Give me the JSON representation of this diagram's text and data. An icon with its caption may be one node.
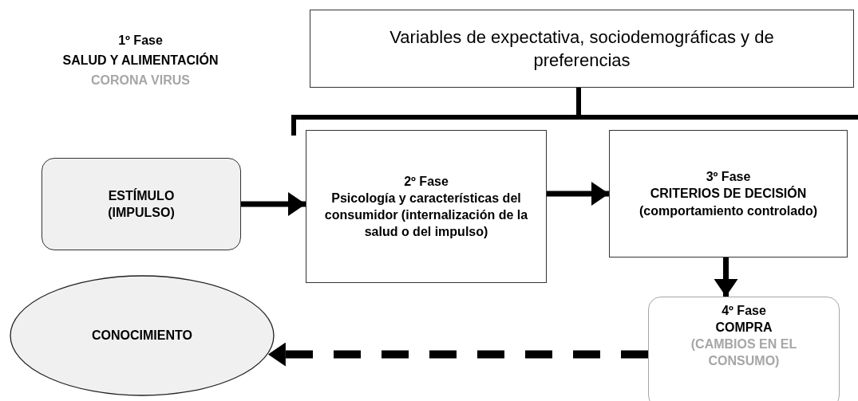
{
  "diagram": {
    "nodes": [
      {
        "text": [
          "Variables de expectativa, sociodemográficas y de preferencias"
        ]
      },
      {
        "text": [
          "ESTÍMULO (IMPULSO)"
        ]
      },
      {
        "text": [
          "2º Fase",
          "Psicología y características del consumidor (internalización de la salud o del impulso)"
        ]
      },
      {
        "text": [
          "3º Fase",
          "CRITERIOS DE DECISIÓN (comportamiento controlado)"
        ]
      },
      {
        "text": [
          "4º Fase",
          "COMPRA",
          "(CAMBIOS EN EL CONSUMO)"
        ]
      },
      {
        "text": [
          "CONOCIMIENTO"
        ]
      }
    ],
    "edges": [
      {
        "from": 1,
        "to": 2,
        "arrow": "to"
      },
      {
        "from": 2,
        "to": 3,
        "arrow": "to"
      },
      {
        "from": 3,
        "to": 4,
        "arrow": "to"
      },
      {
        "from": 4,
        "to": 5,
        "arrow": "to",
        "style": "dashed"
      }
    ],
    "labels": [
      "1º Fase",
      "SALUD Y ALIMENTACIÓN",
      "CORONA VIRUS"
    ]
  }
}
